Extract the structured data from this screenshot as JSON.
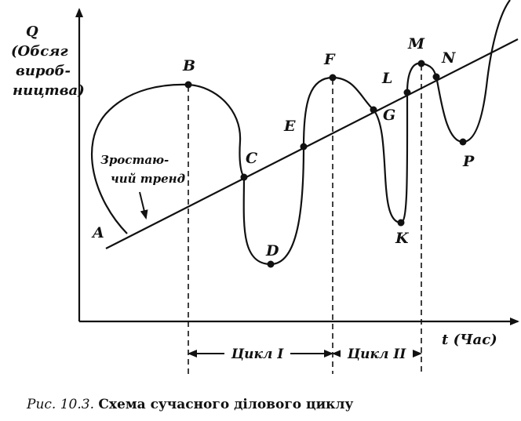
{
  "axes": {
    "y_label_lines": [
      "Q",
      "(Обсяг",
      "вироб-",
      "ництва)"
    ],
    "x_label": "t (Час)"
  },
  "trend_label_lines": [
    "Зростаю-",
    "чий тренд"
  ],
  "points": [
    "A",
    "B",
    "C",
    "D",
    "E",
    "F",
    "G",
    "K",
    "L",
    "M",
    "N",
    "P"
  ],
  "cycles": [
    "Цикл I",
    "Цикл II"
  ],
  "caption": {
    "prefix": "Рис. 10.3.",
    "title": "Схема сучасного ділового циклу"
  }
}
